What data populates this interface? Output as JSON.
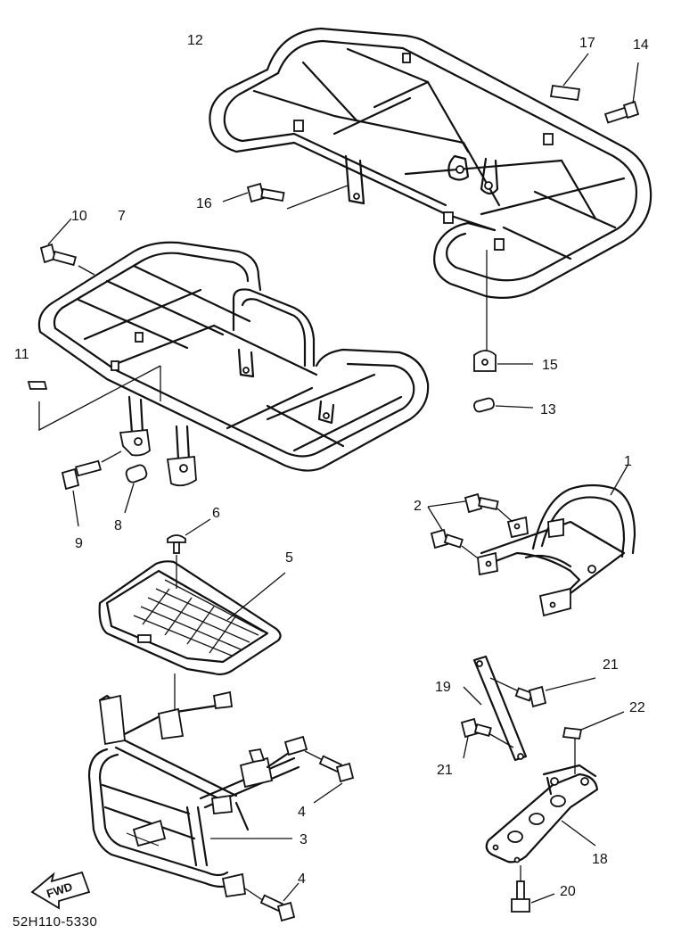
{
  "diagram_code": "52H110-5330",
  "fwd_label": "FWD",
  "callouts": [
    "1",
    "2",
    "3",
    "4",
    "4",
    "5",
    "6",
    "7",
    "8",
    "9",
    "10",
    "11",
    "12",
    "13",
    "14",
    "15",
    "16",
    "17",
    "18",
    "19",
    "20",
    "21",
    "21",
    "22"
  ]
}
